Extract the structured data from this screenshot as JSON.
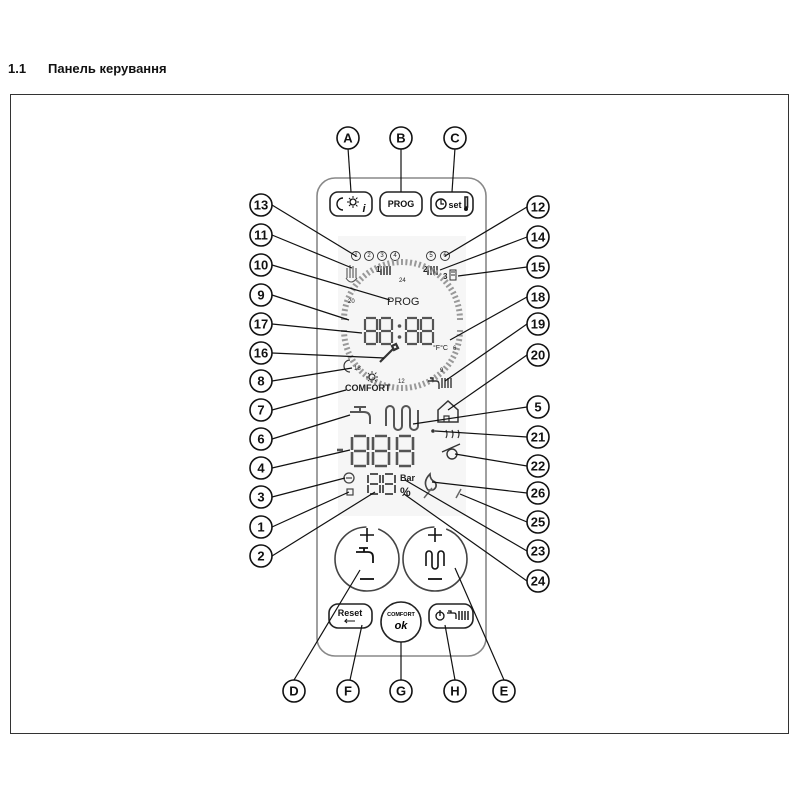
{
  "heading": {
    "number": "1.1",
    "title": "Панель керування"
  },
  "buttons": {
    "prog": "PROG",
    "set": "set",
    "reset": "Reset",
    "comfort_top": "COMFORT",
    "comfort_ok": "ok"
  },
  "display": {
    "prog": "PROG",
    "comfort": "COMFORT",
    "bar": "Bar",
    "percent": "%",
    "dial_24": "24",
    "dial_12": "12",
    "dial_18": "18",
    "dial_20": "20",
    "dial_9": "9",
    "dial_6": "6",
    "zone_1": "1",
    "zone_2": "2",
    "zone_3": "3",
    "circle_numbers": [
      "1",
      "2",
      "3",
      "4",
      "5",
      "6"
    ]
  },
  "callouts": {
    "A": "A",
    "B": "B",
    "C": "C",
    "D": "D",
    "E": "E",
    "F": "F",
    "G": "G",
    "H": "H",
    "n1": "1",
    "n2": "2",
    "n3": "3",
    "n4": "4",
    "n5": "5",
    "n6": "6",
    "n7": "7",
    "n8": "8",
    "n9": "9",
    "n10": "10",
    "n11": "11",
    "n12": "12",
    "n13": "13",
    "n14": "14",
    "n15": "15",
    "n16": "16",
    "n17": "17",
    "n18": "18",
    "n19": "19",
    "n20": "20",
    "n21": "21",
    "n22": "22",
    "n23": "23",
    "n24": "24",
    "n25": "25",
    "n26": "26"
  },
  "icons": [
    "moon-icon",
    "sun-icon",
    "info-icon",
    "clock-icon",
    "thermometer-icon",
    "tap-icon",
    "radiator-icon",
    "house-icon",
    "flame-icon",
    "chimney-icon",
    "wrench-icon",
    "power-icon",
    "hand-icon",
    "moon-sun-mode-icon",
    "solar-panel-icon"
  ]
}
